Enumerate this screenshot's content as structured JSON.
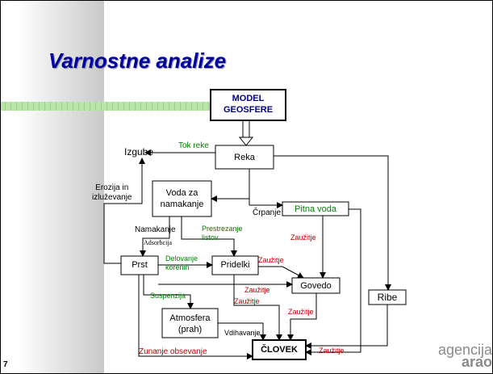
{
  "slide": {
    "title": "Varnostne analize",
    "number": "7",
    "logo": {
      "line1": "agencija",
      "line2": "arao"
    }
  },
  "nodes": {
    "model": {
      "line1": "MODEL",
      "line2": "GEOSFERE"
    },
    "reka": "Reka",
    "izgube": "Izgube",
    "voda_za_namakanje": {
      "line1": "Voda za",
      "line2": "namakanje"
    },
    "pitna_voda": "Pitna voda",
    "prst": "Prst",
    "pridelki": "Pridelki",
    "govedo": "Govedo",
    "ribe": "Ribe",
    "atmosfera": {
      "line1": "Atmosfera",
      "line2": "(prah)"
    },
    "clovek": "ČLOVEK"
  },
  "labels": {
    "tok_reke": "Tok reke",
    "erozija": {
      "line1": "Erozija in",
      "line2": "izluževanje"
    },
    "crpanje": "Črpanje",
    "namakanje": "Namakanje",
    "adsorbcija": "Adsorbcija",
    "prestrezanje": {
      "line1": "Prestrezanje",
      "line2": "listov"
    },
    "delovanje": {
      "line1": "Delovanje",
      "line2": "korenin"
    },
    "suspenzija": "Suspenzija",
    "vdihavanje": "Vdihavanje",
    "zunanje": "Zunanje obsevanje",
    "zauzitje": "Zaužitje"
  }
}
